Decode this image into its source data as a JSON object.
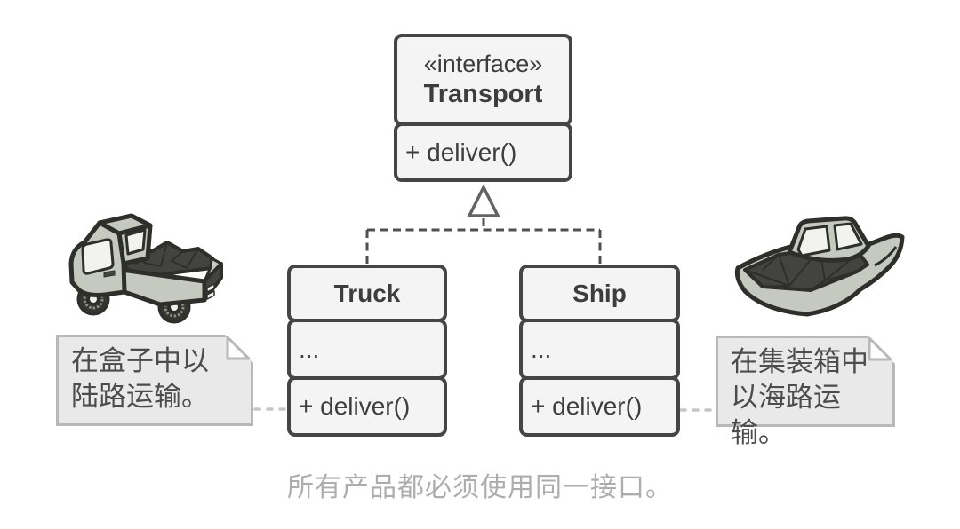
{
  "colors": {
    "box_border": "#454545",
    "box_fill": "#f4f4f4",
    "box_text": "#3d3d3d",
    "inheritance_line": "#4f4f4f",
    "triangle_stroke": "#636363",
    "note_fill": "#e9e9e9",
    "note_border": "#b8b8b8",
    "note_text": "#4c4c4c",
    "note_connector": "#c6c6c6",
    "caption_text": "#adadad",
    "illustration_body": "#c6c9c0",
    "illustration_outline": "#2e2f2a",
    "illustration_cargo": "#434440",
    "illustration_window": "#f2f3ef"
  },
  "interface_box": {
    "stereotype": "«interface»",
    "name": "Transport",
    "method": "+ deliver()"
  },
  "classes": {
    "truck": {
      "name": "Truck",
      "attributes": "...",
      "method": "+ deliver()"
    },
    "ship": {
      "name": "Ship",
      "attributes": "...",
      "method": "+ deliver()"
    }
  },
  "notes": {
    "left": {
      "line1": "在盒子中以",
      "line2": "陆路运输。"
    },
    "right": {
      "line1": "在集装箱中",
      "line2": "以海路运输。"
    }
  },
  "caption": "所有产品都必须使用同一接口。"
}
